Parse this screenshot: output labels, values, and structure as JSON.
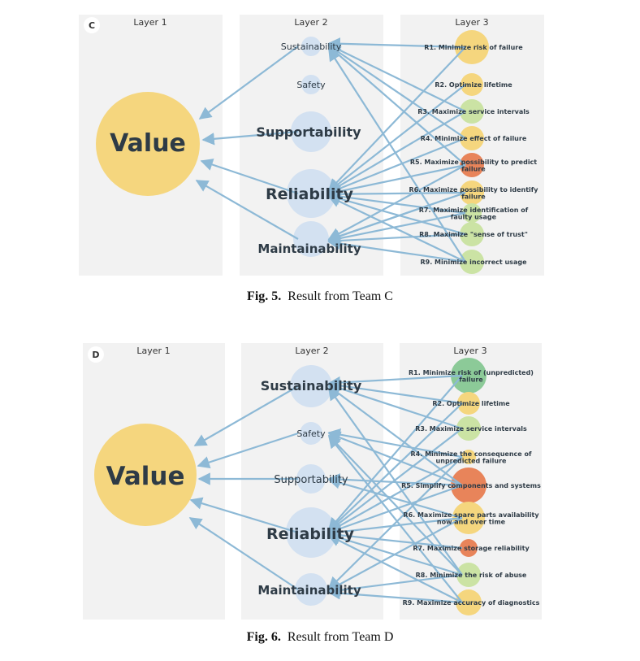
{
  "figure_c": {
    "badge": "C",
    "panels": [
      "Layer 1",
      "Layer 2",
      "Layer 3"
    ],
    "value_label": "Value",
    "layer2": [
      "Sustainability",
      "Safety",
      "Supportability",
      "Reliability",
      "Maintainability"
    ],
    "layer3": [
      {
        "lines": [
          "R1. Minimize risk of failure"
        ],
        "color": "#f5d67e"
      },
      {
        "lines": [
          "R2. Optimize lifetime"
        ],
        "color": "#f5d67e"
      },
      {
        "lines": [
          "R3. Maximize service intervals"
        ],
        "color": "#cbe3a4"
      },
      {
        "lines": [
          "R4. Minimize effect of failure"
        ],
        "color": "#f5d67e"
      },
      {
        "lines": [
          "R5. Maximize possibility to predict",
          "failure"
        ],
        "color": "#e8845a"
      },
      {
        "lines": [
          "R6. Maximize possibility to identify",
          "failure"
        ],
        "color": "#f5d67e"
      },
      {
        "lines": [
          "R7. Maximize identification of",
          "faulty usage"
        ],
        "color": "#cbe3a4"
      },
      {
        "lines": [
          "R8. Maximize \"sense of trust\""
        ],
        "color": "#cbe3a4"
      },
      {
        "lines": [
          "R9. Minimize incorrect usage"
        ],
        "color": "#cbe3a4"
      }
    ],
    "caption_bold": "Fig. 5.",
    "caption_text": "Result from Team C"
  },
  "figure_d": {
    "badge": "D",
    "panels": [
      "Layer 1",
      "Layer 2",
      "Layer 3"
    ],
    "value_label": "Value",
    "layer2": [
      "Sustainability",
      "Safety",
      "Supportability",
      "Reliability",
      "Maintainability"
    ],
    "layer3": [
      {
        "lines": [
          "R1. Minimize risk of (unpredicted)",
          "failure"
        ],
        "color": "#8cca98"
      },
      {
        "lines": [
          "R2. Optimize lifetime"
        ],
        "color": "#f5d67e"
      },
      {
        "lines": [
          "R3. Maximize service intervals"
        ],
        "color": "#cbe3a4"
      },
      {
        "lines": [
          "R4. Minimize the consequence of",
          "unpredicted failure"
        ],
        "color": "#f5d67e"
      },
      {
        "lines": [
          "R5. Simplify components and systems"
        ],
        "color": "#e8845a"
      },
      {
        "lines": [
          "R6. Maximize spare parts availability",
          "now and over time"
        ],
        "color": "#f5d67e"
      },
      {
        "lines": [
          "R7. Maximize storage reliability"
        ],
        "color": "#e8845a"
      },
      {
        "lines": [
          "R8. Minimize the risk of abuse"
        ],
        "color": "#cbe3a4"
      },
      {
        "lines": [
          "R9. Maximize accuracy of diagnostics"
        ],
        "color": "#f5d67e"
      }
    ],
    "caption_bold": "Fig. 6.",
    "caption_text": "Result from Team D"
  },
  "colors": {
    "panel": "#f2f2f2",
    "value_node": "#f5d67e",
    "layer2_node": "#d3e1f1",
    "arrow": "#8db9d6"
  }
}
